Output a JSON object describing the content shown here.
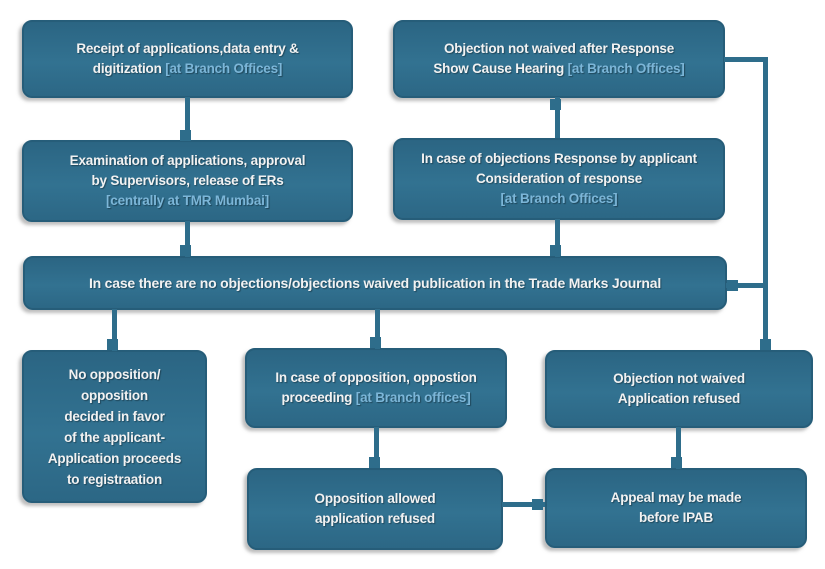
{
  "colors": {
    "box_fill": "#2e6c8a",
    "box_border": "#265d79",
    "text": "#f2f2f2",
    "location_text": "#7cb6d8",
    "connector": "#2e6d8b",
    "background": "#ffffff"
  },
  "boxes": {
    "receipt": {
      "line1": "Receipt of applications,data entry &",
      "line2": "digitization",
      "location": "[at Branch Offices]"
    },
    "show_cause": {
      "line1": "Objection not waived after Response",
      "line2": "Show Cause Hearing",
      "location": "[at Branch Offices]"
    },
    "examination": {
      "line1": "Examination of applications, approval",
      "line2": "by Supervisors, release of ERs",
      "location": "[centrally at TMR Mumbai]"
    },
    "response": {
      "line1": "In case of objections Response by applicant",
      "line2": "Consideration of response",
      "location": "[at Branch Offices]"
    },
    "publication": {
      "line1": "In case there are no objections/objections waived publication in the Trade Marks Journal"
    },
    "no_opposition": {
      "line1": "No opposition/",
      "line2": "opposition",
      "line3": "decided in favor",
      "line4": "of the applicant-",
      "line5": "Application proceeds",
      "line6": "to registraation"
    },
    "opposition_proceeding": {
      "line1": "In case of opposition, oppostion",
      "line2": "proceeding",
      "location": "[at Branch offices]"
    },
    "objection_refused": {
      "line1": "Objection not waived",
      "line2": "Application refused"
    },
    "opposition_allowed": {
      "line1": "Opposition allowed",
      "line2": "application refused"
    },
    "appeal": {
      "line1": "Appeal may be made",
      "line2": "before IPAB"
    }
  }
}
